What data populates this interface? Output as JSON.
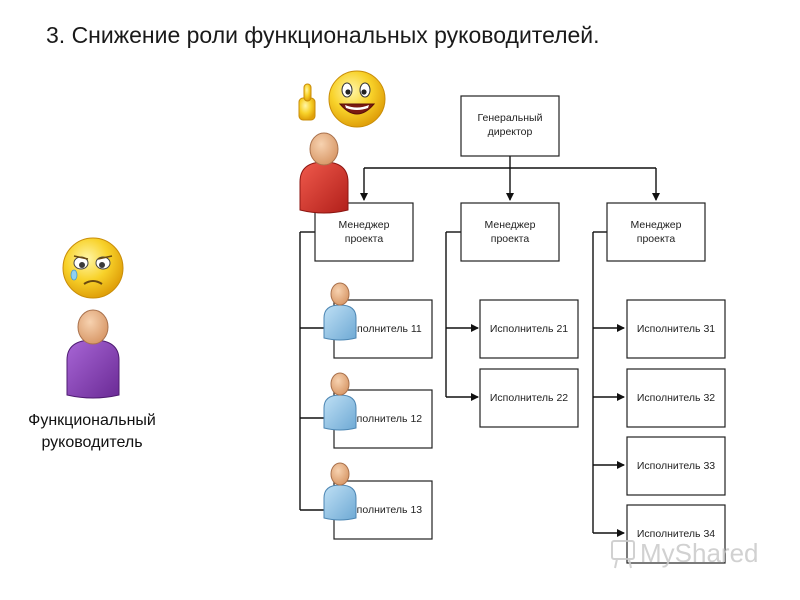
{
  "title": "3. Снижение роли функциональных руководителей.",
  "functional_manager_label": [
    "Функциональный",
    "руководитель"
  ],
  "org_chart": {
    "ceo": [
      "Генеральный",
      "директор"
    ],
    "project_managers": [
      [
        "Менеджер",
        "проекта"
      ],
      [
        "Менеджер",
        "проекта"
      ],
      [
        "Менеджер",
        "проекта"
      ]
    ],
    "executors": [
      [
        "Исполнитель 11",
        "Исполнитель 12",
        "Исполнитель 13"
      ],
      [
        "Исполнитель 21",
        "Исполнитель 22"
      ],
      [
        "Исполнитель 31",
        "Исполнитель 32",
        "Исполнитель 33",
        "Исполнитель 34"
      ]
    ]
  },
  "watermark": "MyShared",
  "icons": {
    "happy_smiley": "happy-smiley-thumbs-up-icon",
    "sad_smiley": "sad-smiley-icon",
    "project_manager_person": "person-red-icon",
    "functional_manager_person": "person-purple-icon",
    "executor_person": "person-blue-icon"
  },
  "colors": {
    "smiley_yellow": "#f6c415",
    "person_red": "#d9302a",
    "person_purple": "#8a3fb8",
    "person_blue": "#8fc3e6",
    "skin": "#e9b184"
  }
}
